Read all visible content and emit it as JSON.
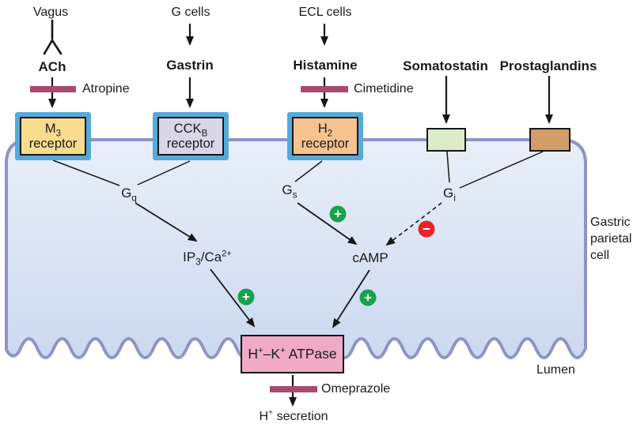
{
  "sources": {
    "vagus": "Vagus",
    "g_cells": "G cells",
    "ecl_cells": "ECL cells"
  },
  "mediators": {
    "ach": "ACh",
    "gastrin": "Gastrin",
    "histamine": "Histamine",
    "somatostatin": "Somatostatin",
    "prostaglandins": "Prostaglandins"
  },
  "drugs": {
    "atropine": "Atropine",
    "cimetidine": "Cimetidine",
    "omeprazole": "Omeprazole"
  },
  "receptors": {
    "m3": {
      "base": "M",
      "sub": "3",
      "line2": "receptor"
    },
    "cckb": {
      "base": "CCK",
      "sub": "B",
      "line2": "receptor"
    },
    "h2": {
      "base": "H",
      "sub": "2",
      "line2": "receptor"
    }
  },
  "g_proteins": {
    "gq": {
      "base": "G",
      "sub": "q"
    },
    "gs": {
      "base": "G",
      "sub": "s"
    },
    "gi": {
      "base": "G",
      "sub": "i"
    }
  },
  "messengers": {
    "ip3ca": {
      "p1": "IP",
      "sub1": "3",
      "p2": "/Ca",
      "sup1": "2+"
    },
    "camp": "cAMP"
  },
  "pump": {
    "p1": "H",
    "sup1": "+",
    "p2": "–K",
    "sup2": "+",
    "p3": " ATPase"
  },
  "secretion": {
    "p1": "H",
    "sup1": "+",
    "p2": " secretion"
  },
  "compartments": {
    "cell": "Gastric parietal cell",
    "lumen": "Lumen"
  },
  "signs": {
    "plus": "+",
    "minus": "−"
  },
  "colors": {
    "membrane_border": "#8f94c4",
    "cell_fill_top": "#e9eff9",
    "cell_fill_bottom": "#cbd9ef",
    "receptor_outline_blue": "#56aad8",
    "m3_fill": "#f8dc8d",
    "cckb_fill": "#d9d6e9",
    "h2_fill": "#f6c28e",
    "somatostatin_fill": "#dcecc8",
    "prostaglandins_fill": "#d49c66",
    "atpase_fill": "#f0aac6",
    "inhibitor_bar": "#a84a70",
    "stimulation_green": "#17a24b",
    "inhibition_red": "#e8212b",
    "line_black": "#161616"
  }
}
